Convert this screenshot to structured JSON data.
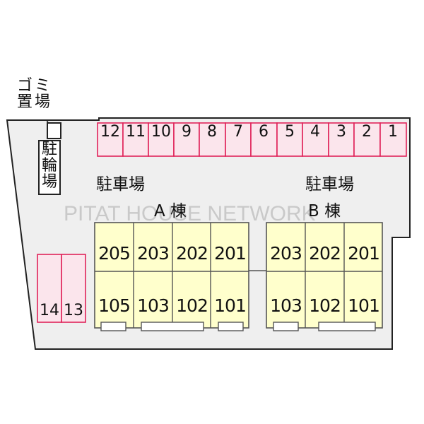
{
  "map": {
    "garbage_area_label": [
      "ゴミ",
      "置場"
    ],
    "bicycle_parking_label": [
      "駐",
      "輪",
      "場"
    ],
    "parking_label_left": "駐車場",
    "parking_label_right": "駐車場",
    "building_a_label": "A 棟",
    "building_b_label": "B 棟",
    "watermark": "PITAT HOUSE NETWORK",
    "parking_spaces_top": [
      "12",
      "11",
      "10",
      "9",
      "8",
      "7",
      "6",
      "5",
      "4",
      "3",
      "2",
      "1"
    ],
    "parking_spaces_left": [
      "14",
      "13"
    ],
    "building_a_units": {
      "upper": [
        "205",
        "203",
        "202",
        "201"
      ],
      "lower": [
        "105",
        "103",
        "102",
        "101"
      ]
    },
    "building_b_units": {
      "upper": [
        "203",
        "202",
        "201"
      ],
      "lower": [
        "103",
        "102",
        "101"
      ]
    },
    "colors": {
      "parking_fill": "#fbe5ec",
      "parking_border": "#e0245a",
      "building_fill": "#ffffcc",
      "lot_fill": "#efefef"
    }
  }
}
